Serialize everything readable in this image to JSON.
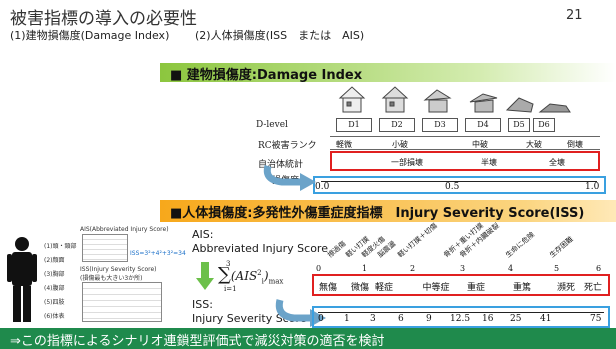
{
  "header": {
    "title": "被害指標の導入の必要性",
    "subtitle_left": "(1)建物損傷度(Damage Index)",
    "subtitle_right": "(2)人体損傷度(ISS　または　AIS)",
    "page_number": "21"
  },
  "section1": {
    "banner": "■ 建物損傷度:Damage Index",
    "dlevel_label": "D-level",
    "dlevels": [
      "D1",
      "D2",
      "D3",
      "D4",
      "D5",
      "D6"
    ],
    "rc_label": "RC被害ランク",
    "rc_ranks": [
      "軽微",
      "小破",
      "中破",
      "大破",
      "倒壊"
    ],
    "local_label": "自治体統計",
    "local_ranks": [
      "一部損壊",
      "半壊",
      "全壊"
    ],
    "damage_label": "損傷度",
    "damage_ticks": [
      "0.0",
      "0.5",
      "1.0"
    ]
  },
  "section2": {
    "banner": "■人体損傷度:多発性外傷重症度指標　Injury Severity Score(ISS)",
    "ais_title": "AIS:",
    "ais_sub": "Abbreviated Injury Score",
    "iss_title": "ISS:",
    "iss_sub": "Injury Severity Score",
    "doc_ais_title": "AIS(Abbreviated Injury Score)",
    "doc_iss_title": "ISS(Injury Severity Score)",
    "doc_formula": "ISS=3²+4²+3²=34",
    "doc_sub": "(損傷最も大きい3か所)",
    "body_labels": [
      "(1)頭・頸部",
      "(2)顔面",
      "(3)胸部",
      "(4)腹部",
      "(5)四肢",
      "(6)体表"
    ],
    "severity_labels": [
      "無傷",
      "微傷",
      "軽症",
      "中等症",
      "重症",
      "重篤",
      "瀕死",
      "死亡"
    ],
    "diag_labels": [
      "擦過傷",
      "軽い打撲",
      "軽度火傷",
      "脳震盪",
      "軽い打撲＋切傷",
      "骨折＋重い打撲",
      "骨折＋内臓破裂",
      "生命に危険",
      "生存困難"
    ],
    "ais_ticks": [
      "0",
      "1",
      "2",
      "3",
      "4",
      "5",
      "6"
    ],
    "iss_ticks": [
      "0",
      "1",
      "3",
      "6",
      "9",
      "12.5",
      "16",
      "25",
      "41",
      "75"
    ]
  },
  "footer": {
    "text": "⇒この指標によるシナリオ連鎖型評価式で減災対策の適否を検討"
  },
  "colors": {
    "green_banner": "#8cc63e",
    "orange_banner": "#f7a81b",
    "footer_bar": "#1f8a4c",
    "red_box": "#e02020",
    "blue_box": "#3aa0e0"
  }
}
